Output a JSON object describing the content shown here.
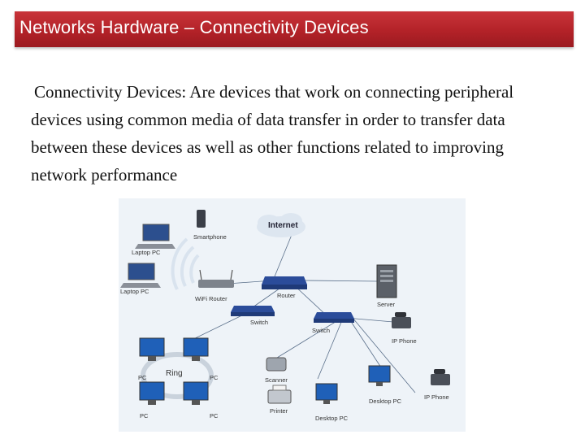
{
  "slide": {
    "title": "Networks Hardware – Connectivity Devices",
    "body_line_1": "Connectivity Devices: Are devices that work on connecting peripheral",
    "body_line_2": "devices using common media of data transfer in order to transfer data",
    "body_line_3": "between these devices as well as other functions related to improving",
    "body_line_4": "network performance"
  },
  "diagram": {
    "labels": {
      "internet": "Internet",
      "smartphone": "Smartphone",
      "laptop_1": "Laptop PC",
      "laptop_2": "Laptop PC",
      "wifi_router": "WiFi Router",
      "router": "Router",
      "server": "Server",
      "switch_1": "Switch",
      "switch_2": "Switch",
      "ip_phone_1": "IP Phone",
      "ip_phone_2": "IP Phone",
      "ring": "Ring",
      "pc_1": "PC",
      "pc_2": "PC",
      "pc_3": "PC",
      "pc_4": "PC",
      "scanner": "Scanner",
      "printer": "Printer",
      "desktop_pc_1": "Desktop PC",
      "desktop_pc_2": "Desktop PC"
    }
  },
  "colors": {
    "title_bar": "#b32228",
    "title_text": "#ffffff",
    "diagram_bg": "#eef3f8",
    "device_blue": "#2b4c9a"
  }
}
